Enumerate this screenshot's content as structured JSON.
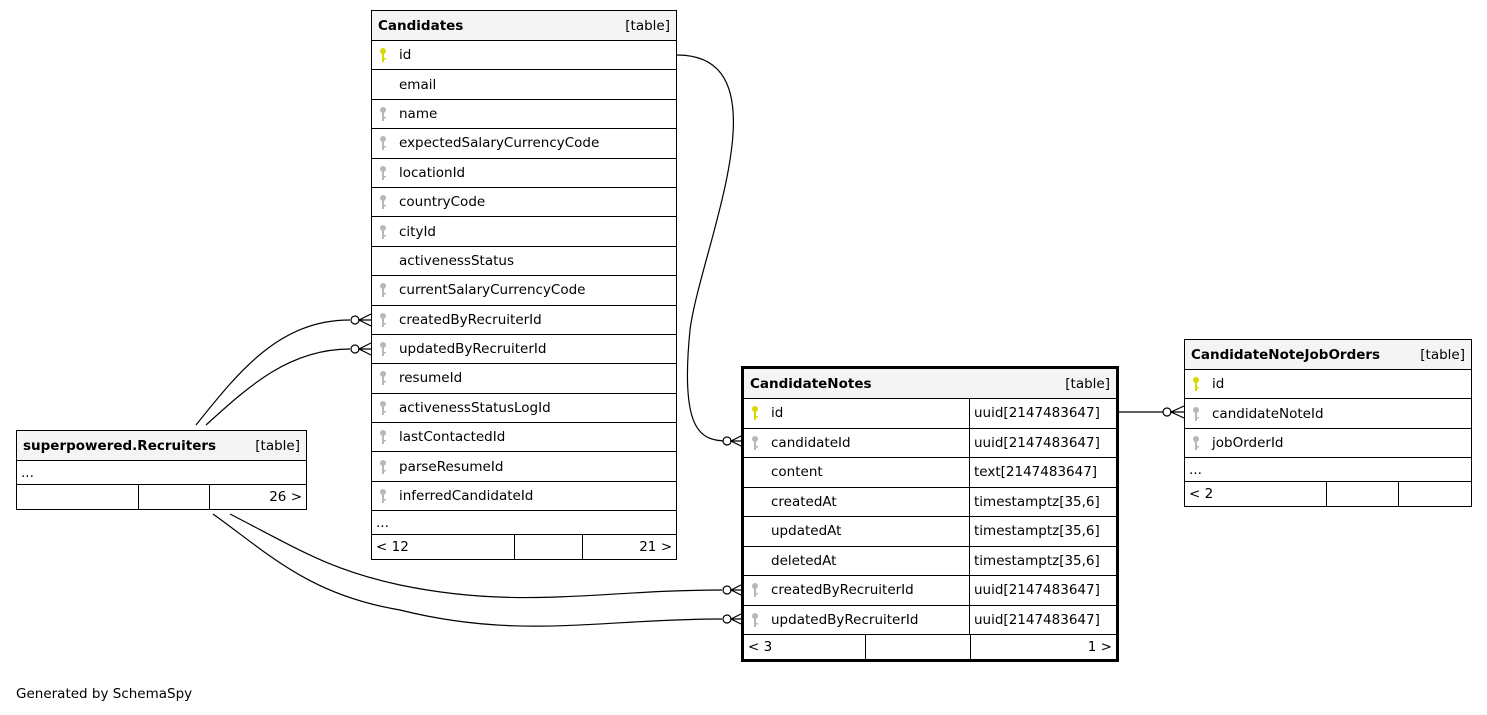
{
  "tables": [
    {
      "id": "candidates",
      "name": "Candidates",
      "type": "[table]",
      "columns": [
        {
          "name": "id",
          "key": "pk"
        },
        {
          "name": "email",
          "key": "none"
        },
        {
          "name": "name",
          "key": "fk"
        },
        {
          "name": "expectedSalaryCurrencyCode",
          "key": "fk"
        },
        {
          "name": "locationId",
          "key": "fk"
        },
        {
          "name": "countryCode",
          "key": "fk"
        },
        {
          "name": "cityId",
          "key": "fk"
        },
        {
          "name": "activenessStatus",
          "key": "none"
        },
        {
          "name": "currentSalaryCurrencyCode",
          "key": "fk"
        },
        {
          "name": "createdByRecruiterId",
          "key": "fk"
        },
        {
          "name": "updatedByRecruiterId",
          "key": "fk"
        },
        {
          "name": "resumeId",
          "key": "fk"
        },
        {
          "name": "activenessStatusLogId",
          "key": "fk"
        },
        {
          "name": "lastContactedId",
          "key": "fk"
        },
        {
          "name": "parseResumeId",
          "key": "fk"
        },
        {
          "name": "inferredCandidateId",
          "key": "fk"
        }
      ],
      "more": "...",
      "footer": [
        "< 12",
        "",
        "21 >"
      ]
    },
    {
      "id": "candidate-notes",
      "name": "CandidateNotes",
      "type": "[table]",
      "columns": [
        {
          "name": "id",
          "key": "pk",
          "dtype": "uuid[2147483647]"
        },
        {
          "name": "candidateId",
          "key": "fk",
          "dtype": "uuid[2147483647]"
        },
        {
          "name": "content",
          "key": "none",
          "dtype": "text[2147483647]"
        },
        {
          "name": "createdAt",
          "key": "none",
          "dtype": "timestamptz[35,6]"
        },
        {
          "name": "updatedAt",
          "key": "none",
          "dtype": "timestamptz[35,6]"
        },
        {
          "name": "deletedAt",
          "key": "none",
          "dtype": "timestamptz[35,6]"
        },
        {
          "name": "createdByRecruiterId",
          "key": "fk",
          "dtype": "uuid[2147483647]"
        },
        {
          "name": "updatedByRecruiterId",
          "key": "fk",
          "dtype": "uuid[2147483647]"
        }
      ],
      "footer": [
        "< 3",
        "",
        "1 >"
      ]
    },
    {
      "id": "candidate-note-job-orders",
      "name": "CandidateNoteJobOrders",
      "type": "[table]",
      "columns": [
        {
          "name": "id",
          "key": "pk"
        },
        {
          "name": "candidateNoteId",
          "key": "fk"
        },
        {
          "name": "jobOrderId",
          "key": "fk"
        }
      ],
      "more": "...",
      "footer": [
        "< 2",
        "",
        ""
      ]
    },
    {
      "id": "recruiters",
      "name": "superpowered.Recruiters",
      "type": "[table]",
      "columns": [],
      "more": "...",
      "footer": [
        "",
        "",
        "26 >"
      ]
    }
  ],
  "colors": {
    "pk": "#d8d800",
    "fk": "#b8b8b8"
  },
  "footer_text": "Generated by SchemaSpy"
}
